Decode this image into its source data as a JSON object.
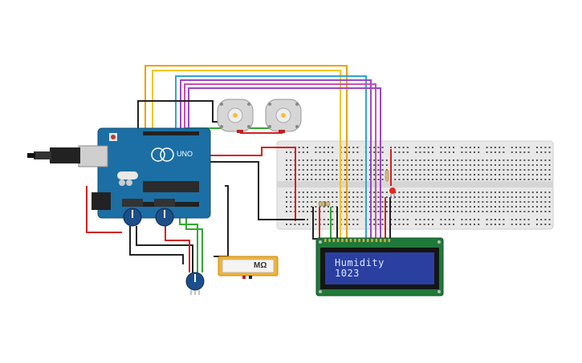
{
  "lcd": {
    "line1": "Humidity",
    "line2": "1023"
  },
  "multimeter": {
    "unit": "MΩ"
  },
  "arduino": {
    "model": "UNO"
  },
  "colors": {
    "board": "#1c6fa4",
    "breadboard": "#e6e6e6",
    "lcd_frame": "#1f7a3a",
    "lcd_screen": "#2a3fa0",
    "meter": "#f2b233",
    "wire_orange": "#f0a000",
    "wire_yellow": "#f5c518",
    "wire_blue": "#2aa6d6",
    "wire_purple": "#9b47c9",
    "wire_pink": "#d04bb0",
    "wire_red": "#d42020",
    "wire_green": "#2faa2f",
    "wire_black": "#222222"
  }
}
